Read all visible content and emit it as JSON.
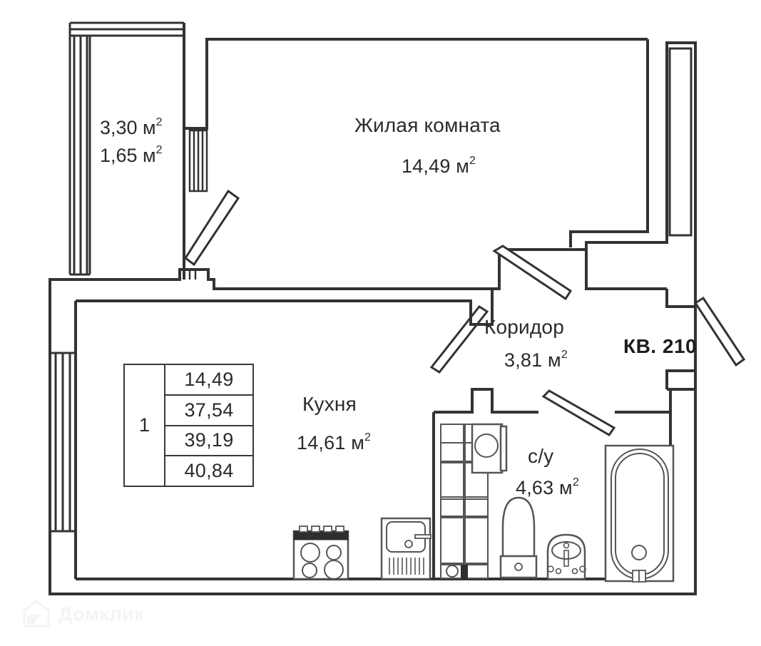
{
  "plan": {
    "apartment_label": "КВ. 210",
    "rooms": [
      {
        "id": "living",
        "name": "Жилая комната",
        "area": "14,49 м",
        "sup": "2"
      },
      {
        "id": "kitchen",
        "name": "Кухня",
        "area": "14,61 м",
        "sup": "2"
      },
      {
        "id": "corridor",
        "name": "Коридор",
        "area": "3,81 м",
        "sup": "2"
      },
      {
        "id": "bathroom",
        "name": "с/у",
        "area": "4,63 м",
        "sup": "2"
      }
    ],
    "balcony": {
      "area_gross": "3,30 м",
      "area_gross_sup": "2",
      "area_net": "1,65 м",
      "area_net_sup": "2"
    },
    "summary": {
      "rooms_count": "1",
      "values": [
        "14,49",
        "37,54",
        "39,19",
        "40,84"
      ]
    },
    "watermark": {
      "text": "Домклик",
      "icon": "house-logo-icon"
    },
    "colors": {
      "wall": "#333333",
      "fixture": "#555555",
      "text": "#2b2b2b",
      "background": "#ffffff",
      "watermark": "#f4f4f4"
    }
  }
}
